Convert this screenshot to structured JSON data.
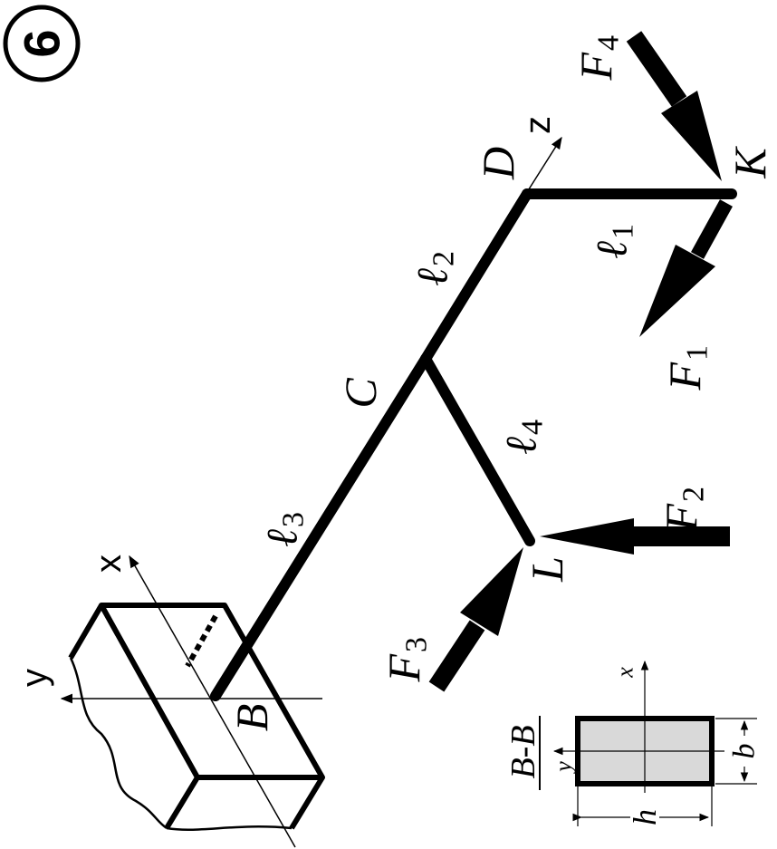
{
  "problem_number": "6",
  "points": {
    "B": "B",
    "C": "C",
    "D": "D",
    "K": "K",
    "L": "L"
  },
  "axes": {
    "x": "x",
    "y": "y",
    "z": "z"
  },
  "segments": {
    "l1": {
      "letter": "ℓ",
      "sub": "1"
    },
    "l2": {
      "letter": "ℓ",
      "sub": "2"
    },
    "l3": {
      "letter": "ℓ",
      "sub": "3"
    },
    "l4": {
      "letter": "ℓ",
      "sub": "4"
    }
  },
  "forces": {
    "F1": {
      "letter": "F",
      "sub": "1"
    },
    "F2": {
      "letter": "F",
      "sub": "2"
    },
    "F3": {
      "letter": "F",
      "sub": "3"
    },
    "F4": {
      "letter": "F",
      "sub": "4"
    }
  },
  "section": {
    "title": "B-B",
    "x": "x",
    "y": "y",
    "h": "h",
    "b": "b"
  },
  "colors": {
    "ink": "#000000",
    "section_fill": "#d9d9d9"
  }
}
